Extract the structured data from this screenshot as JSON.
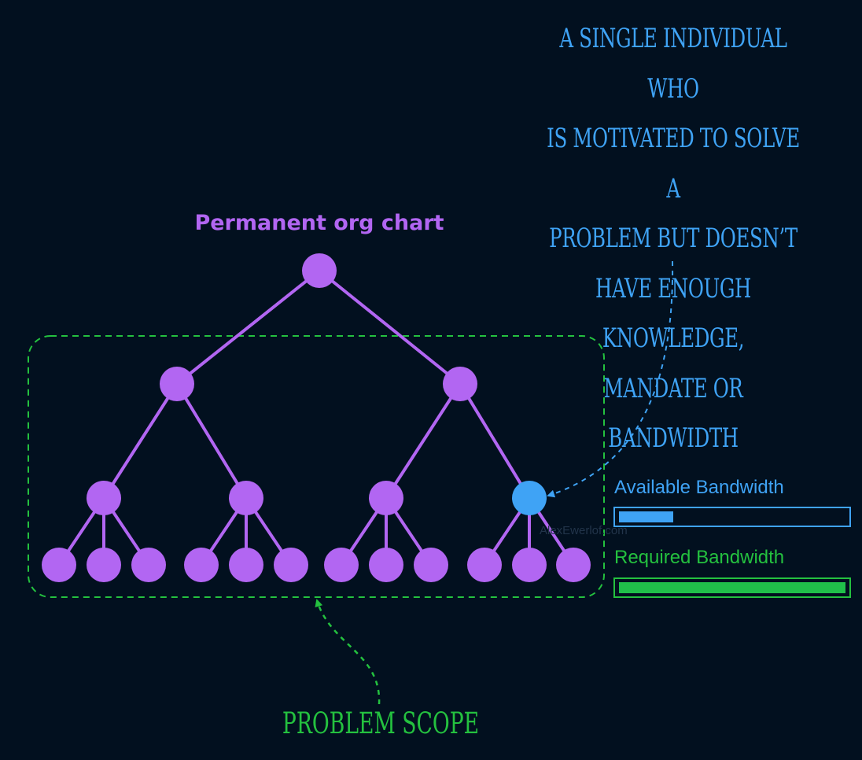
{
  "diagram": {
    "title": "Permanent org chart",
    "callout": {
      "lines": [
        "A SINGLE INDIVIDUAL WHO",
        "IS MOTIVATED TO SOLVE A",
        "PROBLEM BUT DOESN’T",
        "HAVE ENOUGH KNOWLEDGE,",
        "MANDATE OR BANDWIDTH"
      ]
    },
    "scope_label": "PROBLEM SCOPE",
    "watermark": "AlexEwerlof.com",
    "bandwidth": {
      "available": {
        "label": "Available Bandwidth",
        "level": 0.24
      },
      "required": {
        "label": "Required Bandwidth",
        "level": 1.0
      }
    },
    "org_tree": {
      "levels": [
        1,
        2,
        4,
        12
      ],
      "highlighted": "level-3 node 4"
    },
    "colors": {
      "background": "#02101f",
      "node": "#b266f2",
      "highlight": "#3fa3f5",
      "scope": "#24c13f"
    }
  }
}
